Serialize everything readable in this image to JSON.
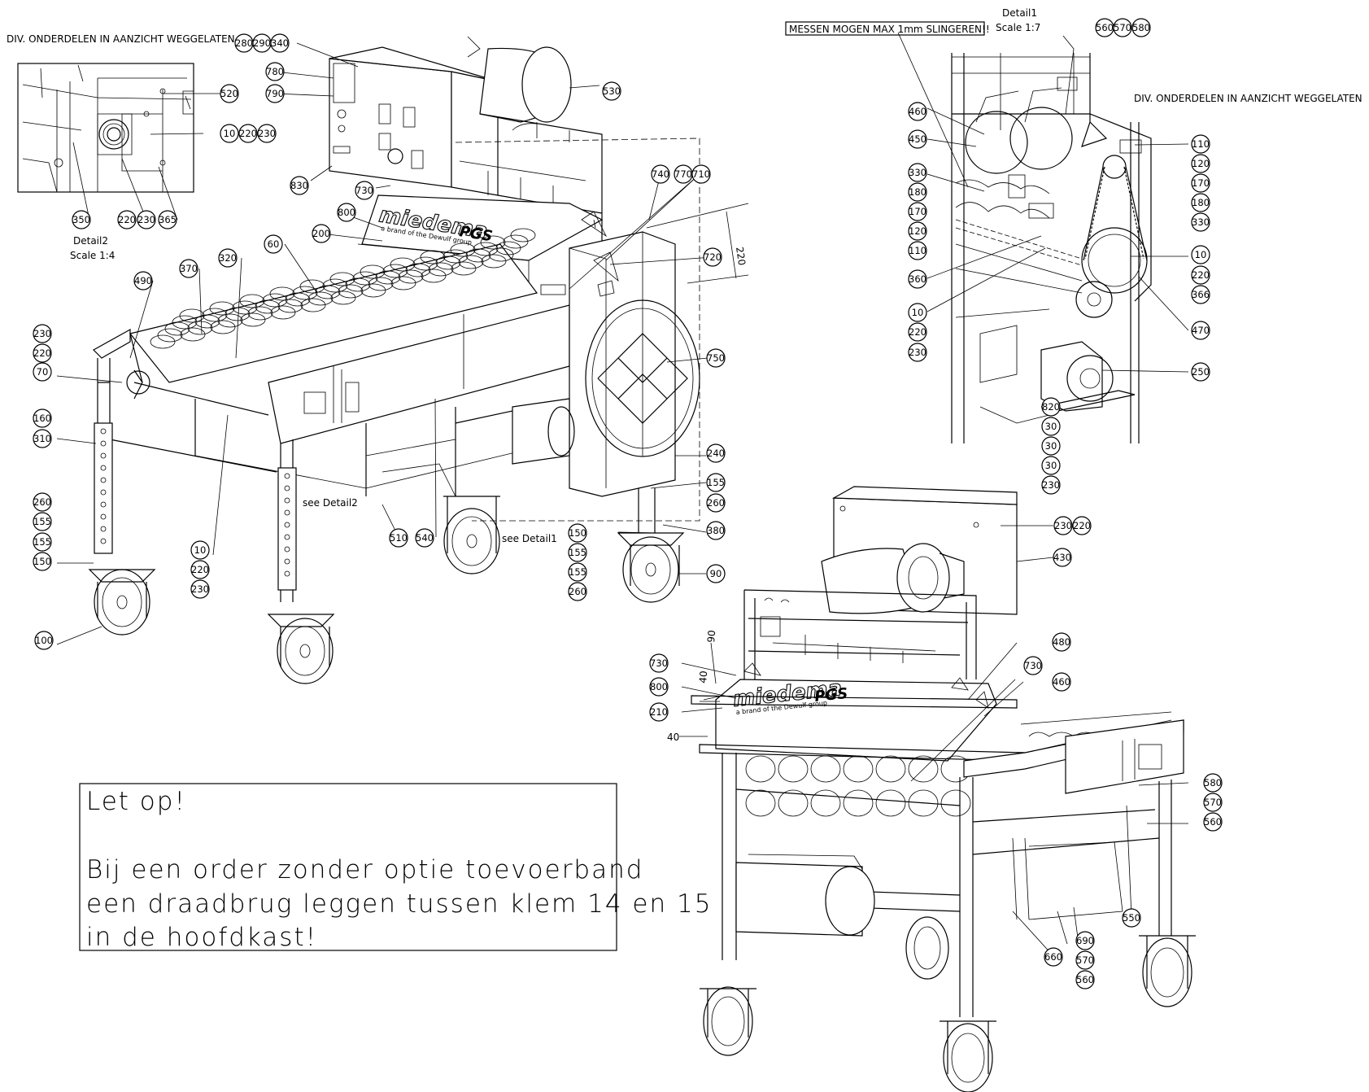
{
  "notes": {
    "omitted_parts_left": "DIV. ONDERDELEN IN AANZICHT WEGGELATEN",
    "omitted_parts_right": "DIV. ONDERDELEN IN AANZICHT WEGGELATEN",
    "knife_warning": "MESSEN MOGEN MAX 1mm SLINGEREN!!",
    "detail1_title": "Detail1",
    "detail1_scale": "Scale 1:7",
    "detail2_title": "Detail2",
    "detail2_scale": "Scale 1:4",
    "see_detail1": "see Detail1",
    "see_detail2": "see Detail2"
  },
  "brand": {
    "name": "miedema",
    "suffix": "PGS",
    "tagline": "a brand of the Dewulf group"
  },
  "dimensions": {
    "d220": "220",
    "d90": "90",
    "d40a": "40",
    "d40b": "40"
  },
  "attention_box": {
    "line1": "Let op!",
    "line2": "Bij een order zonder optie toevoerband",
    "line3": "een draadbrug leggen tussen klem 14 en 15",
    "line4": "in de hoofdkast!"
  },
  "bubbles": {
    "b280": "280",
    "b290": "290",
    "b340": "340",
    "b780": "780",
    "b790": "790",
    "b830": "830",
    "b730a": "730",
    "b800a": "800",
    "b200": "200",
    "b740": "740",
    "b770": "770",
    "b710": "710",
    "b720": "720",
    "b530": "530",
    "b60": "60",
    "b320": "320",
    "b370": "370",
    "b490": "490",
    "b230a": "230",
    "b220a": "220",
    "b70": "70",
    "b160": "160",
    "b310": "310",
    "b260a": "260",
    "b155a": "155",
    "b155b": "155",
    "b150a": "150",
    "b100": "100",
    "b10a": "10",
    "b220b": "220",
    "b230b": "230",
    "b510": "510",
    "b540": "540",
    "b750": "750",
    "b240": "240",
    "b155c": "155",
    "b260b": "260",
    "b380": "380",
    "b150b": "150",
    "b155d": "155",
    "b155e": "155",
    "b260c": "260",
    "b90": "90",
    "b520": "520",
    "b10b": "10",
    "b220c": "220",
    "b230c": "230",
    "b350": "350",
    "b220d": "220",
    "b230d": "230",
    "b365": "365",
    "b560a": "560",
    "b570a": "570",
    "b580a": "580",
    "b460a": "460",
    "b450": "450",
    "b330a": "330",
    "b180a": "180",
    "b170a": "170",
    "b120a": "120",
    "b110a": "110",
    "b360": "360",
    "b10c": "10",
    "b220e": "220",
    "b230e": "230",
    "b110b": "110",
    "b120b": "120",
    "b170b": "170",
    "b180b": "180",
    "b330b": "330",
    "b10d": "10",
    "b220f": "220",
    "b366": "366",
    "b470": "470",
    "b250": "250",
    "b820": "820",
    "b30a": "30",
    "b30b": "30",
    "b30c": "30",
    "b230f": "230",
    "b230g": "230",
    "b220g": "220",
    "b430": "430",
    "b480": "480",
    "b730b": "730",
    "b730c": "730",
    "b800b": "800",
    "b210": "210",
    "b460b": "460",
    "b580b": "580",
    "b570b": "570",
    "b560b": "560",
    "b550": "550",
    "b690": "690",
    "b570c": "570",
    "b560c": "560",
    "b660": "660"
  }
}
